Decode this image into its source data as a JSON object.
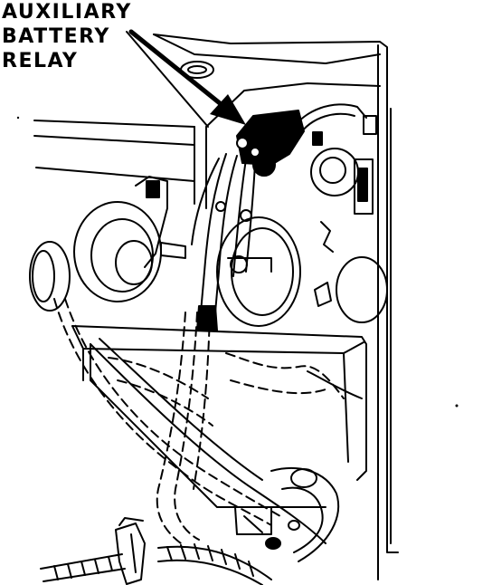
{
  "callout": {
    "lines": [
      "AUXILIARY",
      "BATTERY",
      "RELAY"
    ]
  },
  "colors": {
    "ink": "#000000",
    "paper": "#ffffff"
  }
}
